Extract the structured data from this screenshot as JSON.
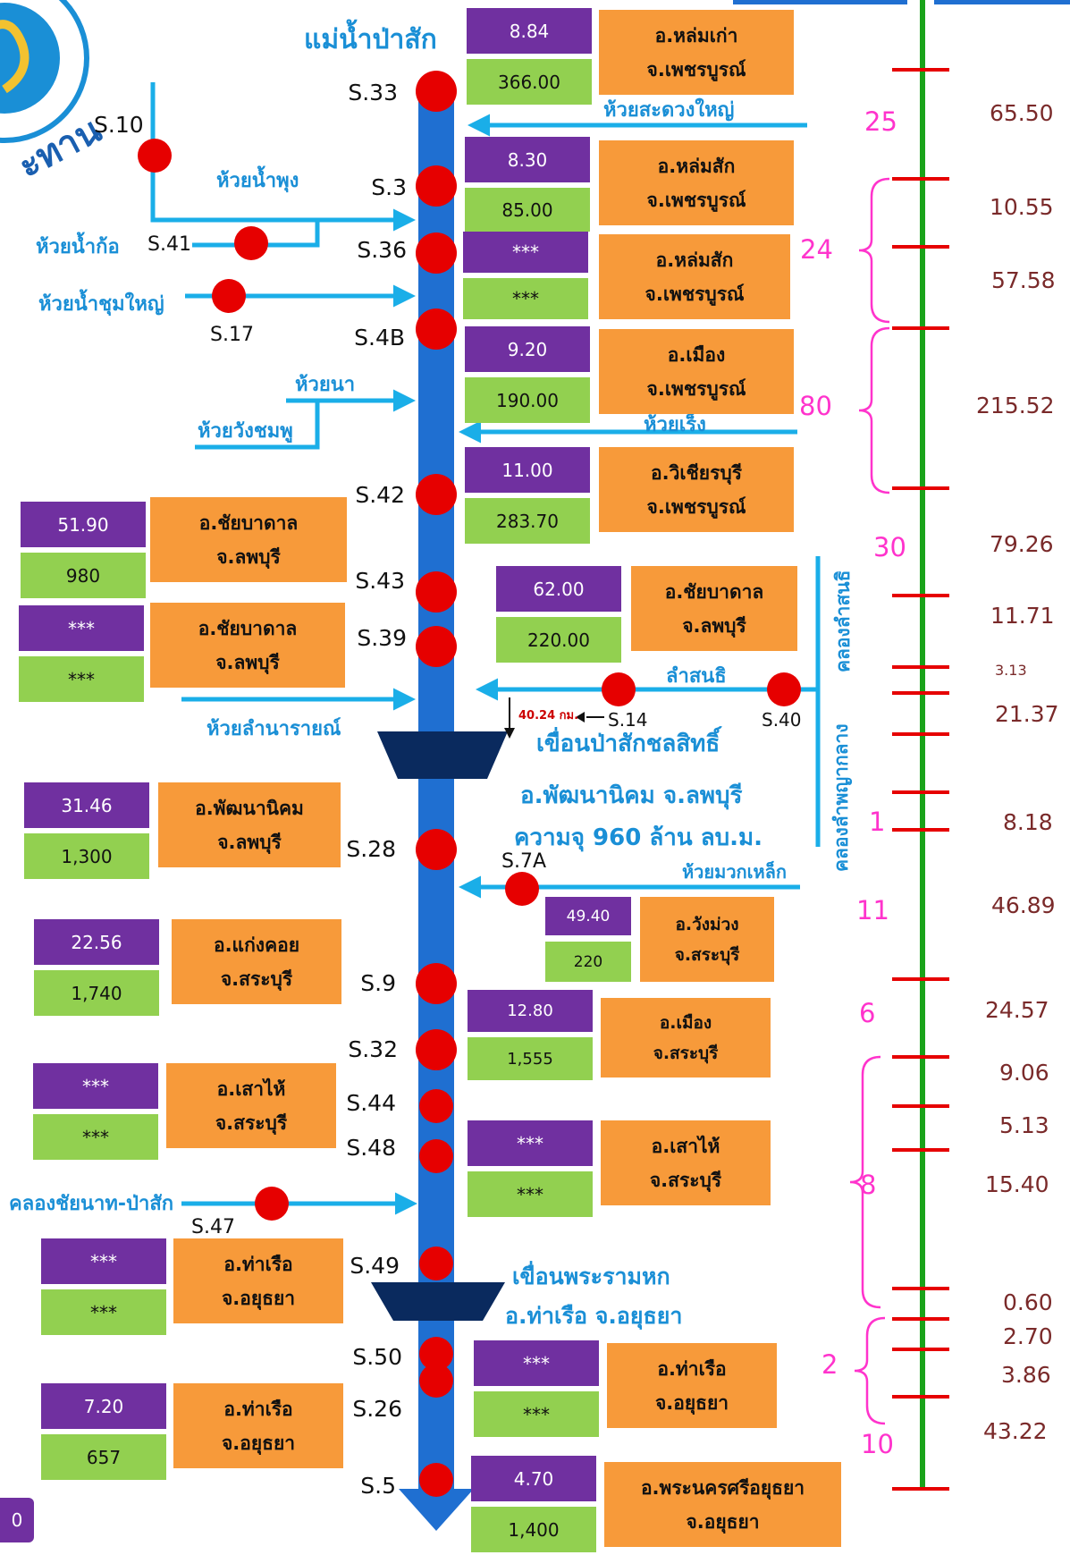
{
  "river_name": "แม่น้ำป่าสัก",
  "logo_text": "ะทาน",
  "colors": {
    "river": "#1f6fd1",
    "station_dot": "#e60000",
    "tributary": "#1aaee8",
    "rain_box": "#7030a0",
    "area_box": "#92d050",
    "district_box": "#f79a3a",
    "scale_line": "#1aa31a",
    "scale_tick": "#e60000",
    "segment_label": "#ff33cc",
    "km_label": "#7a2a2a",
    "dam": "#0a2a5e"
  },
  "stations": [
    "S.33",
    "S.3",
    "S.36",
    "S.4B",
    "S.42",
    "S.43",
    "S.39",
    "S.28",
    "S.9",
    "S.32",
    "S.44",
    "S.48",
    "S.49",
    "S.50",
    "S.26",
    "S.5"
  ],
  "side_stations": [
    "S.10",
    "S.41",
    "S.17",
    "S.14",
    "S.40",
    "S.7A",
    "S.47"
  ],
  "tributaries": {
    "t1": "ห้วยสะดวงใหญ่",
    "t2": "ห้วยน้ำพุง",
    "t3": "ห้วยน้ำก้อ",
    "t4": "ห้วยน้ำชุมใหญ่",
    "t5": "ห้วยนา",
    "t6": "ห้วยวังชมพู",
    "t7": "ห้วยเร็ง",
    "t8": "ห้วยลำนารายณ์",
    "t9": "ลำสนธิ",
    "t10": "คลองลำสนธิ",
    "t11": "คลองลำพญากลาง",
    "t12": "ห้วยมวกเหล็ก",
    "t13": "คลองชัยนาท-ป่าสัก"
  },
  "dams": {
    "d1_name": "เขื่อนป่าสักชลสิทธิ์",
    "d1_location": "อ.พัฒนานิคม จ.ลพบุรี",
    "d1_capacity": "ความจุ 960 ล้าน ลบ.ม.",
    "d1_distance": "40.24 กม.",
    "d2_name": "เขื่อนพระรามหก",
    "d2_location": "อ.ท่าเรือ จ.อยุธยา"
  },
  "right_boxes": [
    {
      "rain": "8.84",
      "area": "366.00",
      "l1": "อ.หล่มเก่า",
      "l2": "จ.เพชรบูรณ์"
    },
    {
      "rain": "8.30",
      "area": "85.00",
      "l1": "อ.หล่มสัก",
      "l2": "จ.เพชรบูรณ์"
    },
    {
      "rain": "***",
      "area": "***",
      "l1": "อ.หล่มสัก",
      "l2": "จ.เพชรบูรณ์"
    },
    {
      "rain": "9.20",
      "area": "190.00",
      "l1": "อ.เมือง",
      "l2": "จ.เพชรบูรณ์"
    },
    {
      "rain": "11.00",
      "area": "283.70",
      "l1": "อ.วิเชียรบุรี",
      "l2": "จ.เพชรบูรณ์"
    },
    {
      "rain": "62.00",
      "area": "220.00",
      "l1": "อ.ชัยบาดาล",
      "l2": "จ.ลพบุรี"
    },
    {
      "rain": "49.40",
      "area": "220",
      "l1": "อ.วังม่วง",
      "l2": "จ.สระบุรี"
    },
    {
      "rain": "12.80",
      "area": "1,555",
      "l1": "อ.เมือง",
      "l2": "จ.สระบุรี"
    },
    {
      "rain": "***",
      "area": "***",
      "l1": "อ.เสาไห้",
      "l2": "จ.สระบุรี"
    },
    {
      "rain": "***",
      "area": "***",
      "l1": "อ.ท่าเรือ",
      "l2": "จ.อยุธยา"
    },
    {
      "rain": "4.70",
      "area": "1,400",
      "l1": "อ.พระนครศรีอยุธยา",
      "l2": "จ.อยุธยา"
    }
  ],
  "left_boxes": [
    {
      "rain": "51.90",
      "area": "980",
      "l1": "อ.ชัยบาดาล",
      "l2": "จ.ลพบุรี"
    },
    {
      "rain": "***",
      "area": "***",
      "l1": "อ.ชัยบาดาล",
      "l2": "จ.ลพบุรี"
    },
    {
      "rain": "31.46",
      "area": "1,300",
      "l1": "อ.พัฒนานิคม",
      "l2": "จ.ลพบุรี"
    },
    {
      "rain": "22.56",
      "area": "1,740",
      "l1": "อ.แก่งคอย",
      "l2": "จ.สระบุรี"
    },
    {
      "rain": "***",
      "area": "***",
      "l1": "อ.เสาไห้",
      "l2": "จ.สระบุรี"
    },
    {
      "rain": "***",
      "area": "***",
      "l1": "อ.ท่าเรือ",
      "l2": "จ.อยุธยา"
    },
    {
      "rain": "7.20",
      "area": "657",
      "l1": "อ.ท่าเรือ",
      "l2": "จ.อยุธยา"
    }
  ],
  "km_labels": [
    "65.50",
    "10.55",
    "57.58",
    "215.52",
    "79.26",
    "11.71",
    "3.13",
    "21.37",
    "8.18",
    "46.89",
    "24.57",
    "9.06",
    "5.13",
    "15.40",
    "0.60",
    "2.70",
    "3.86",
    "43.22"
  ],
  "segment_labels": [
    "25",
    "24",
    "80",
    "30",
    "1",
    "11",
    "6",
    "8",
    "2",
    "10"
  ],
  "bottom_left_tag": "0"
}
